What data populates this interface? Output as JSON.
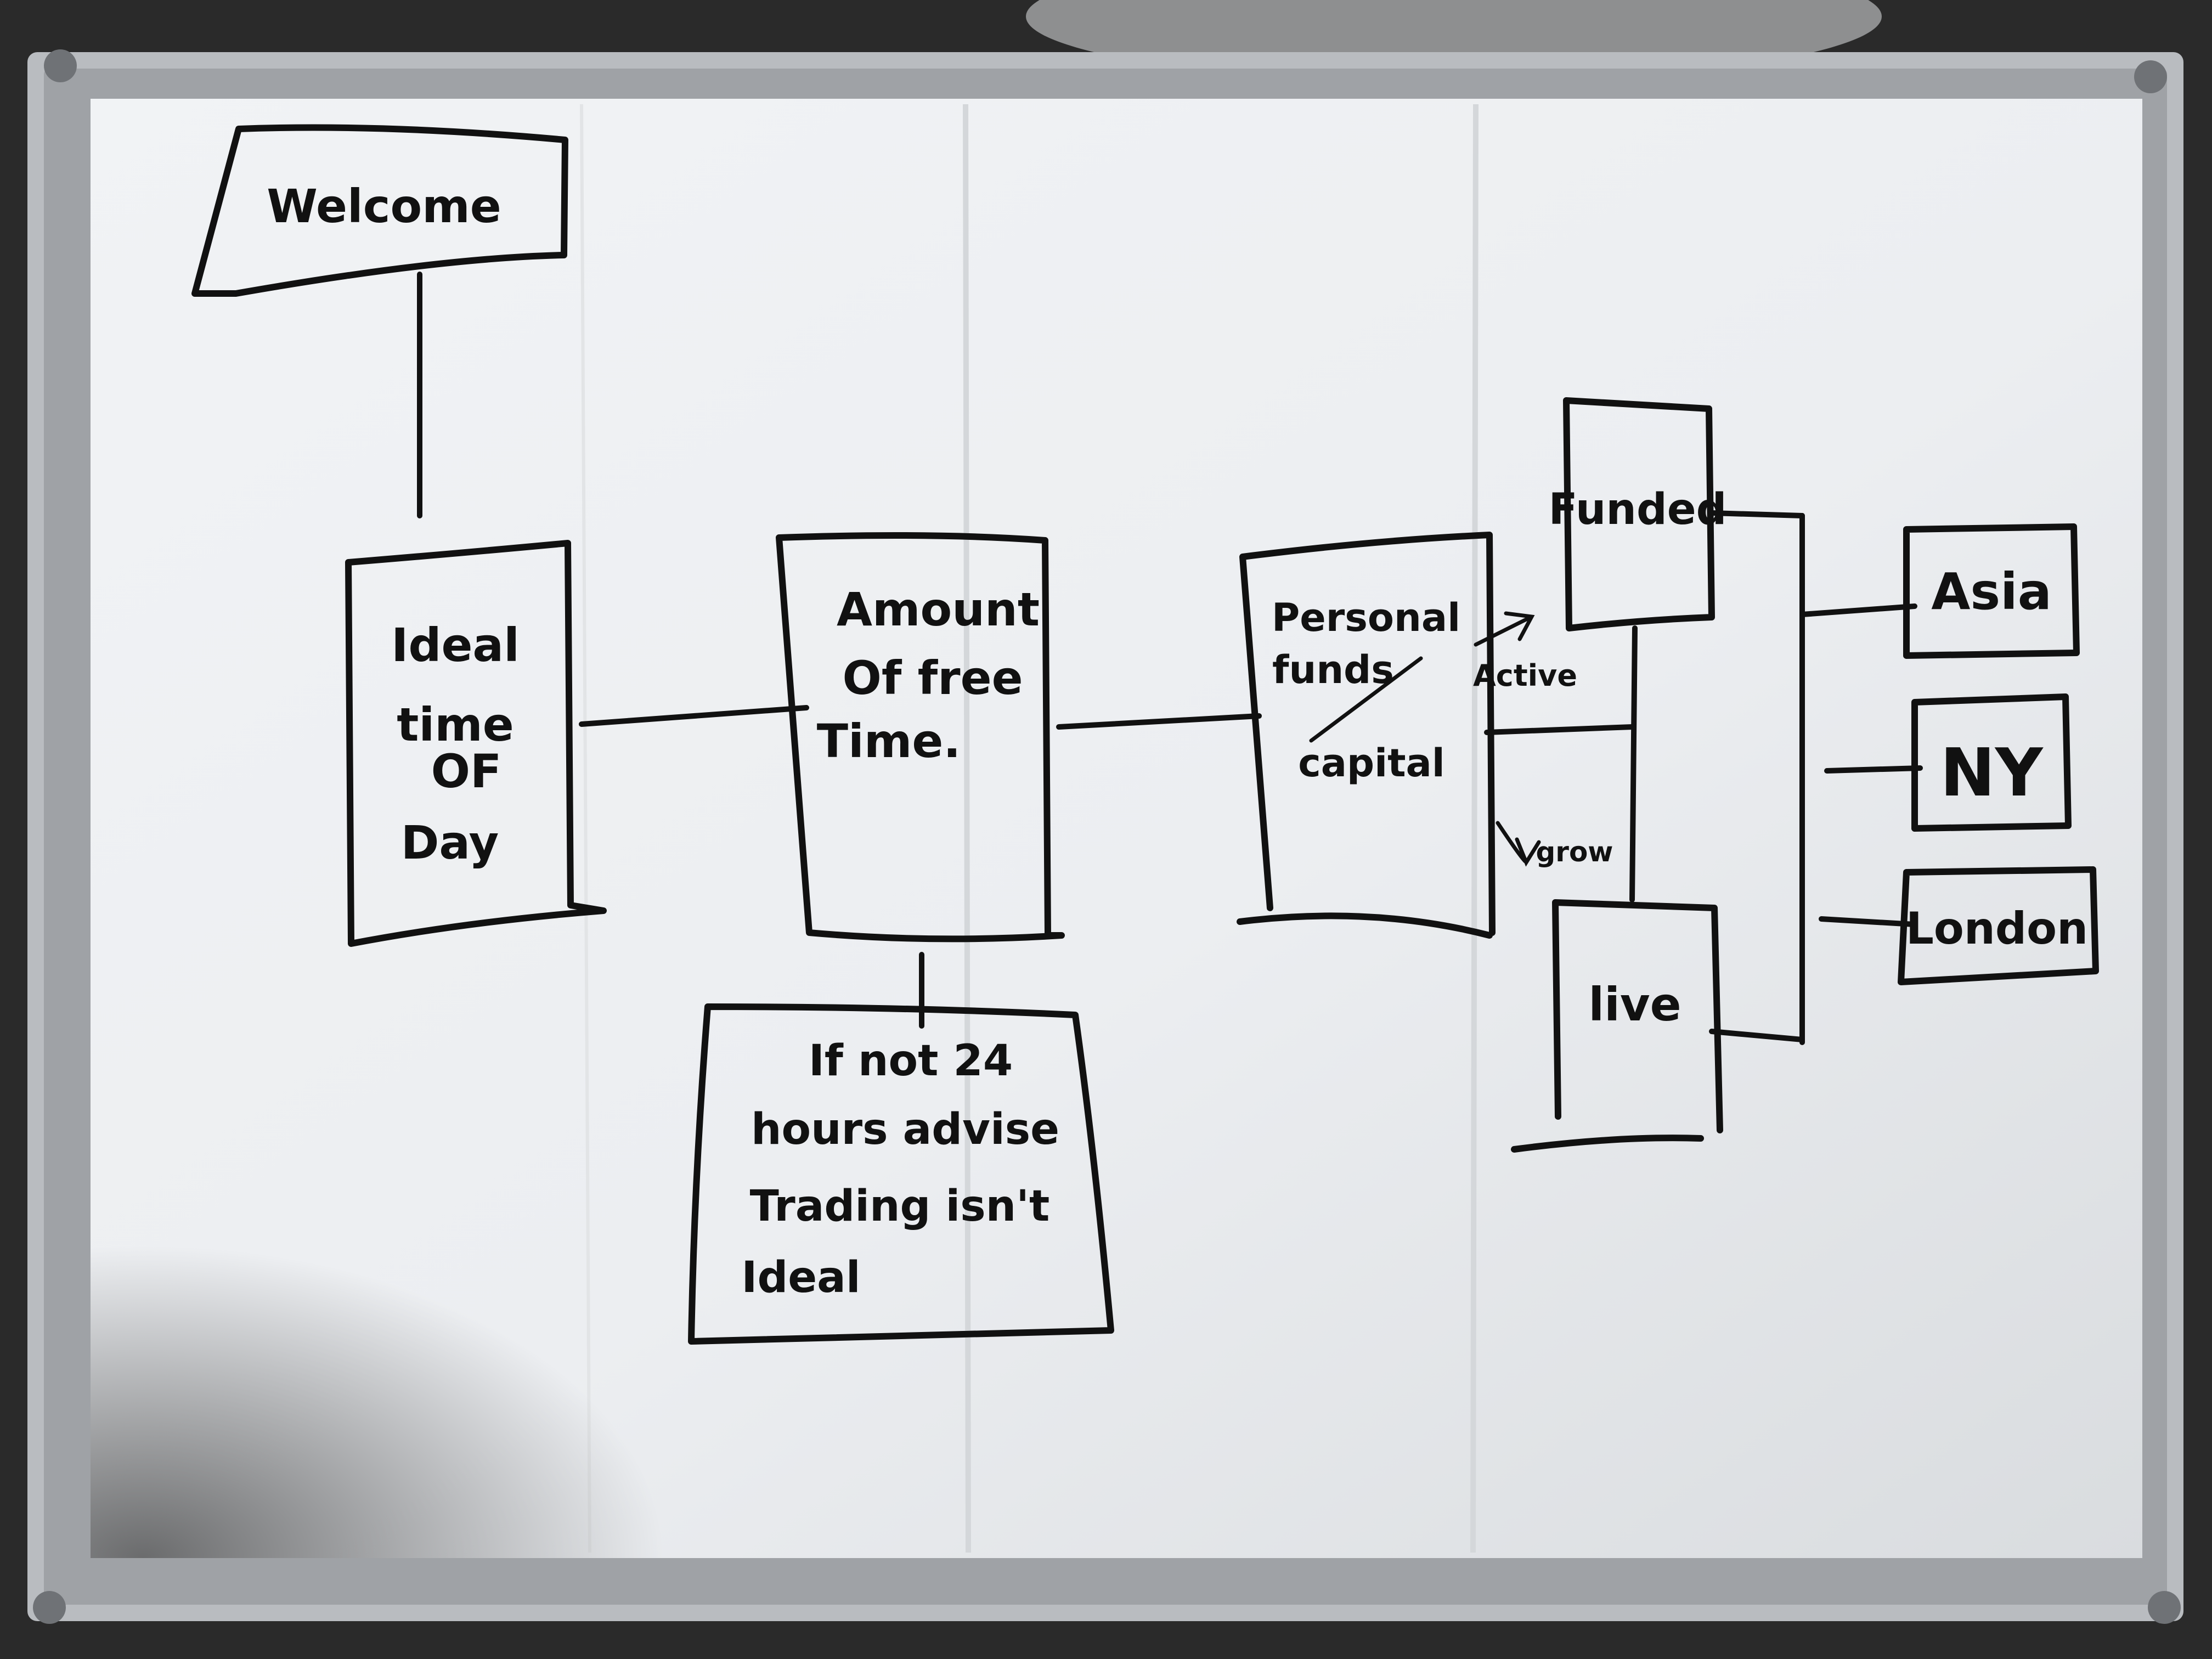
{
  "diagram": {
    "nodes": [
      {
        "id": "welcome",
        "lines": [
          "Welcome"
        ]
      },
      {
        "id": "ideal-time",
        "lines": [
          "Ideal",
          "time",
          "OF",
          "Day"
        ]
      },
      {
        "id": "amount-free-time",
        "lines": [
          "Amount",
          "Of free",
          "Time."
        ]
      },
      {
        "id": "advise",
        "lines": [
          "If not 24",
          "hours advise",
          "Trading isn't",
          "Ideal"
        ]
      },
      {
        "id": "personal-funds",
        "lines": [
          "Personal",
          "funds",
          "capital"
        ]
      },
      {
        "id": "funded",
        "lines": [
          "Funded"
        ]
      },
      {
        "id": "live",
        "lines": [
          "live"
        ]
      },
      {
        "id": "asia",
        "lines": [
          "Asia"
        ]
      },
      {
        "id": "ny",
        "lines": [
          "NY"
        ]
      },
      {
        "id": "london",
        "lines": [
          "London"
        ]
      }
    ],
    "side_labels": {
      "active": "Active",
      "grow": "grow"
    },
    "edges": [
      {
        "from": "welcome",
        "to": "ideal-time"
      },
      {
        "from": "ideal-time",
        "to": "amount-free-time"
      },
      {
        "from": "amount-free-time",
        "to": "advise"
      },
      {
        "from": "amount-free-time",
        "to": "personal-funds"
      },
      {
        "from": "personal-funds",
        "to": "funded"
      },
      {
        "from": "personal-funds",
        "to": "live"
      },
      {
        "from": "funded",
        "to": "asia"
      },
      {
        "from": "funded",
        "to": "ny"
      },
      {
        "from": "funded",
        "to": "london"
      },
      {
        "from": "live",
        "to": "asia"
      },
      {
        "from": "live",
        "to": "ny"
      },
      {
        "from": "live",
        "to": "london"
      }
    ]
  },
  "colors": {
    "ink": "#111111",
    "board": "#eef0f2",
    "frame": "#b9bcc0",
    "background": "#2a2a2a"
  }
}
